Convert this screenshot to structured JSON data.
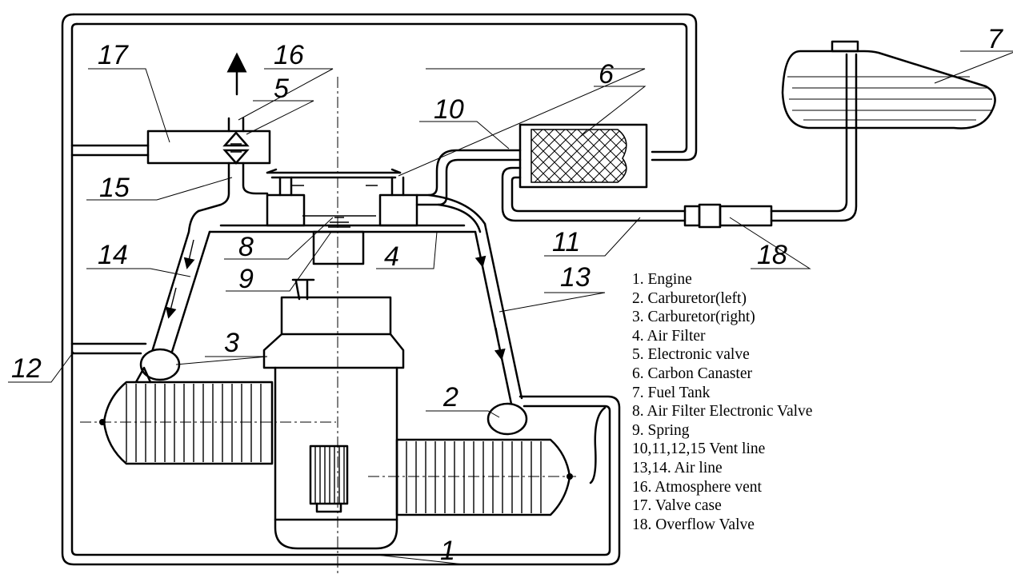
{
  "part_numbers": {
    "n1": "1",
    "n2": "2",
    "n3": "3",
    "n4": "4",
    "n5": "5",
    "n6": "6",
    "n7": "7",
    "n8": "8",
    "n9": "9",
    "n10": "10",
    "n11": "11",
    "n12": "12",
    "n13": "13",
    "n14": "14",
    "n15": "15",
    "n16": "16",
    "n17": "17",
    "n18": "18"
  },
  "legend": [
    "1. Engine",
    "2. Carburetor(left)",
    "3. Carburetor(right)",
    "4. Air Filter",
    "5. Electronic valve",
    "6. Carbon Canaster",
    "7. Fuel Tank",
    "8. Air Filter Electronic Valve",
    "9. Spring",
    "10,11,12,15 Vent line",
    "13,14. Air line",
    "16. Atmosphere vent",
    "17. Valve case",
    "18. Overflow Valve"
  ]
}
